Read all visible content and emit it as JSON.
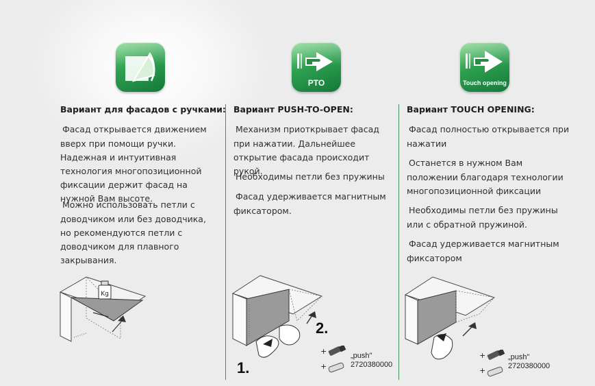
{
  "columns": [
    {
      "heading": "Вариант для фасадов с ручками:",
      "icon": "flap-door-icon",
      "icon_label": "",
      "paragraphs": [
        "Фасад открывается движением вверх при помощи ручки. Надежная и интуитивная технология многопозиционной фиксации держит фасад на нужной Вам высоте.",
        "Можно использовать петли с доводчиком или без доводчика, но рекомендуются петли с доводчиком для плавного закрывания."
      ],
      "illustration": {
        "weight_label": "Kg"
      }
    },
    {
      "heading": "Вариант PUSH-TO-OPEN:",
      "icon": "push-hand-arrow-icon",
      "icon_label": "PTO",
      "paragraphs": [
        "Механизм приоткрывает фасад при нажатии. Дальнейшее открытие фасада происходит рукой.",
        "Необходимы петли без пружины",
        "Фасад удерживается магнитным фиксатором."
      ],
      "illustration": {
        "step1": "1.",
        "step2": "2.",
        "accessory_label": "„push\"",
        "article_number": "2720380000"
      }
    },
    {
      "heading": "Вариант TOUCH OPENING:",
      "icon": "touch-hand-arrow-icon",
      "icon_label": "Touch opening",
      "paragraphs": [
        "Фасад полностью открывается при нажатии",
        "Останется в нужном Вам положении благодаря технологии многопозиционной фиксации",
        "Необходимы петли без пружины или с обратной пружиной.",
        "Фасад удерживается магнитным фиксатором"
      ],
      "illustration": {
        "accessory_label": "„push\"",
        "article_number": "2720380000"
      }
    }
  ],
  "bullet_glyph": "",
  "colors": {
    "accent": "#2ea050",
    "divider": "#3e8f5a",
    "background": "#ececec"
  }
}
